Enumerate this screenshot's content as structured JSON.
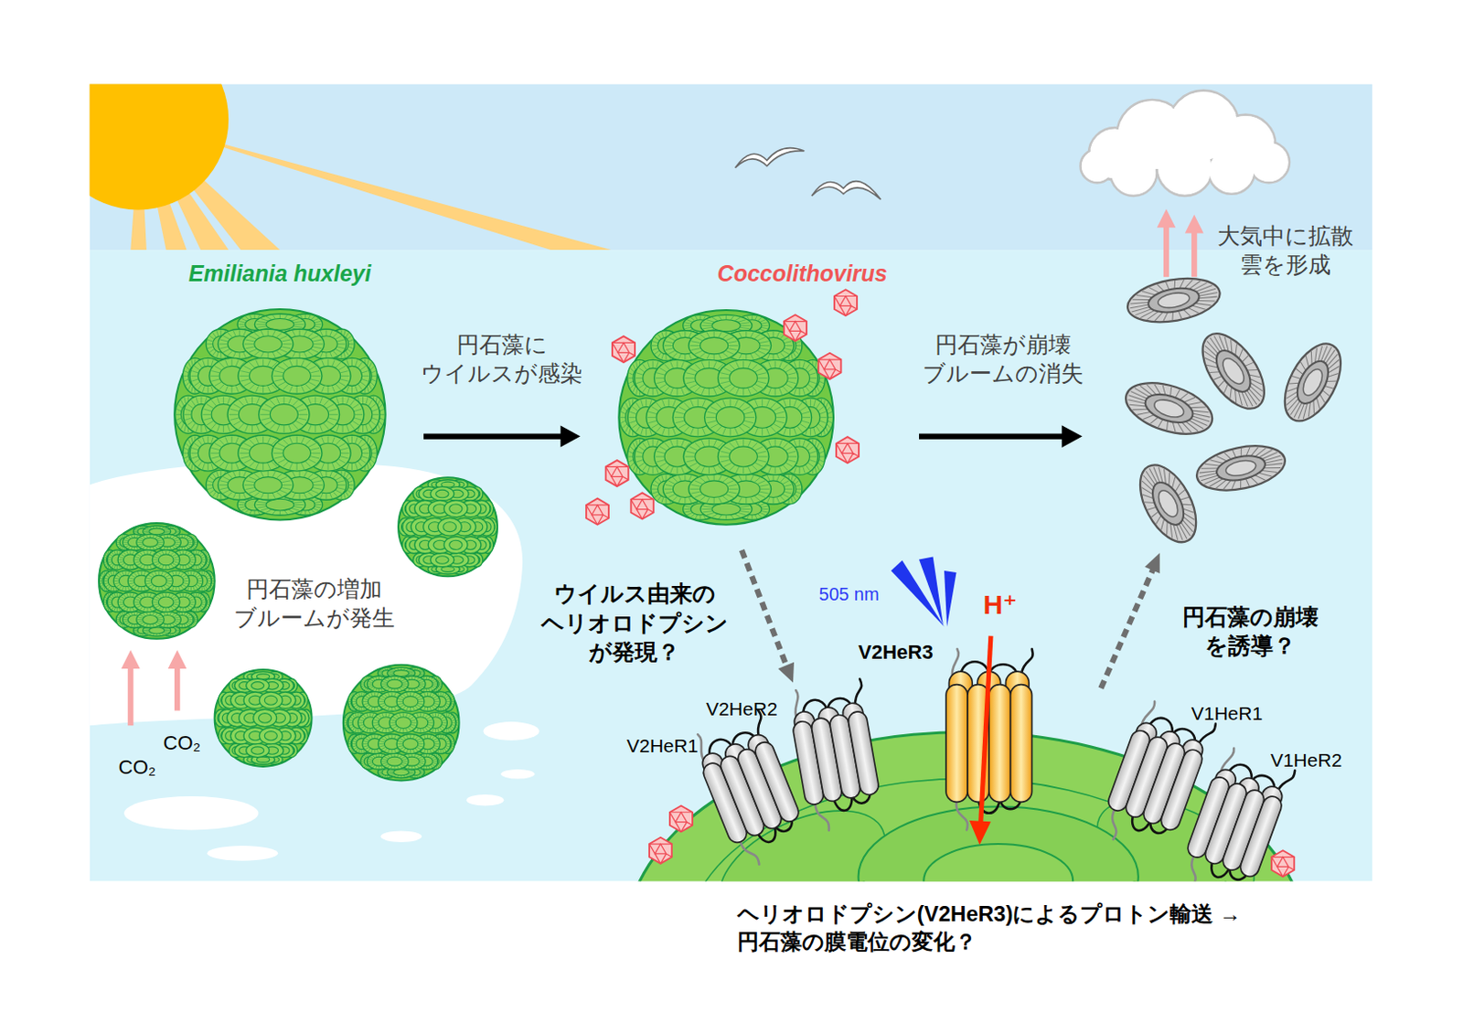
{
  "diagram": {
    "nodes": [
      {
        "text": [
          "Emiliania huxleyi"
        ]
      },
      {
        "text": [
          "Coccolithovirus"
        ]
      }
    ],
    "edges": [
      {
        "from": 0,
        "to": 1,
        "arrow": "to",
        "label": "円石藻に ウイルスが感染"
      }
    ],
    "labels": [
      "円石藻が崩壊 ブルームの消失",
      "大気中に拡散 雲を形成",
      "円石藻の増加 ブルームが発生",
      "CO₂",
      "CO₂",
      "ウイルス由来の ヘリオロドプシン が発現？",
      "505 nm",
      "V2HeR3",
      "H⁺",
      "V2HeR2",
      "V2HeR1",
      "V1HeR1",
      "V1HeR2",
      "円石藻の崩壊 を誘導？",
      "ヘリオロドプシン(V2HeR3)によるプロトン輸送 →円石藻の膜電位の変化？"
    ]
  }
}
